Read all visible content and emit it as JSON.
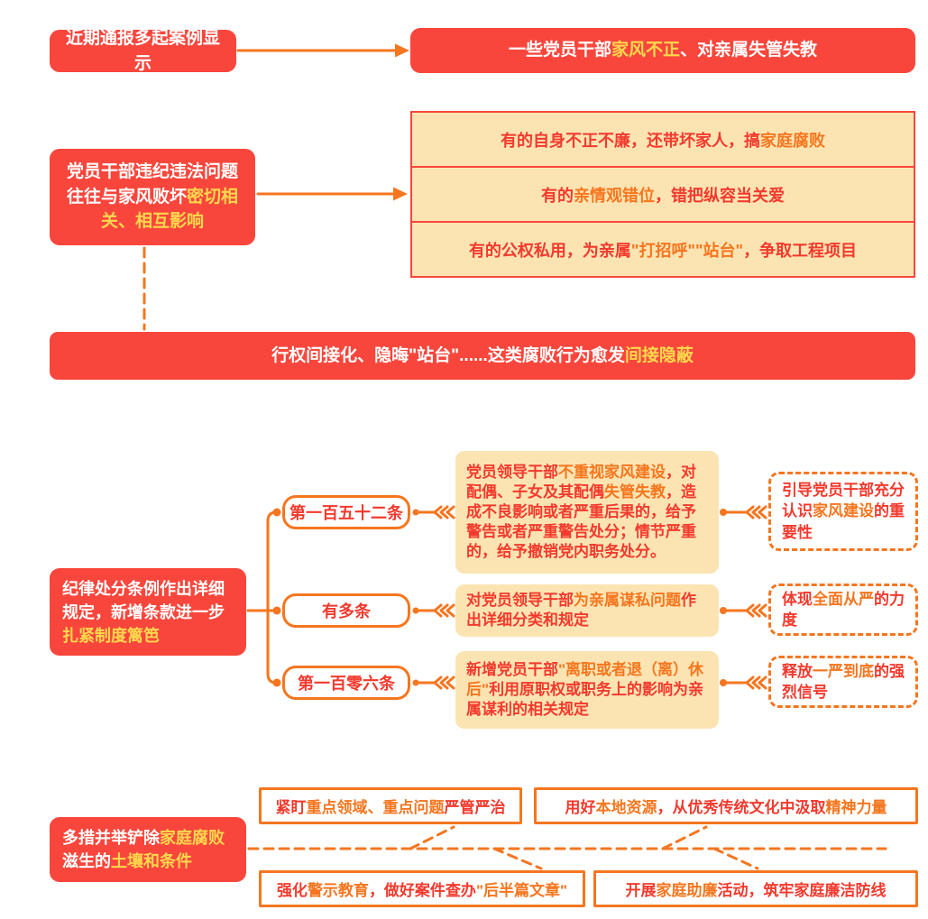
{
  "colors": {
    "red": "#f9463c",
    "redText": "#f23a2e",
    "orange": "#f5761f",
    "yellow": "#ffd84d",
    "cream": "#fce4b2"
  },
  "section1": {
    "source_box": "近期通报多起案例显示",
    "result_box": [
      {
        "t": "一些党员干部",
        "c": "white"
      },
      {
        "t": "家风不正",
        "c": "yellow"
      },
      {
        "t": "、对亲属失管失教",
        "c": "white"
      }
    ]
  },
  "section2": {
    "cause_box": [
      {
        "t": "党员干部违纪违法问题往往与家风败坏",
        "c": "white"
      },
      {
        "t": "密切相关、相互影响",
        "c": "yellow"
      }
    ],
    "examples": [
      [
        {
          "t": "有的自身不正不廉，还带坏家人，搞",
          "c": "red"
        },
        {
          "t": "家庭腐败",
          "c": "orange"
        }
      ],
      [
        {
          "t": "有的",
          "c": "red"
        },
        {
          "t": "亲情观错位",
          "c": "orange"
        },
        {
          "t": "，错把纵容当关爱",
          "c": "red"
        }
      ],
      [
        {
          "t": "有的公权私用，为亲属",
          "c": "red"
        },
        {
          "t": "\"打招呼\"\"站台\"",
          "c": "orange"
        },
        {
          "t": "，争取工程项目",
          "c": "red"
        }
      ]
    ],
    "banner": [
      {
        "t": "行权间接化、隐晦\"站台\"......这类腐败行为愈发",
        "c": "white"
      },
      {
        "t": "间接隐蔽",
        "c": "yellow"
      }
    ]
  },
  "section3": {
    "intro_box": [
      {
        "t": "纪律处分条例作出详细规定，新增条款进一步",
        "c": "white"
      },
      {
        "t": "扎紧制度篱笆",
        "c": "yellow"
      }
    ],
    "branches": [
      {
        "label": "第一百五十二条",
        "detail": [
          {
            "t": "党员领导干部",
            "c": "red"
          },
          {
            "t": "不重视家风建设",
            "c": "orange"
          },
          {
            "t": "，对配偶、子女及其配偶",
            "c": "red"
          },
          {
            "t": "失管失教",
            "c": "orange"
          },
          {
            "t": "，造成不良影响或者严重后果的，给予警告或者严重警告处分；情节严重的，给予撤销党内职务处分。",
            "c": "red"
          }
        ],
        "note": [
          {
            "t": "引导党员干部充分认识",
            "c": "red"
          },
          {
            "t": "家风建设",
            "c": "orange"
          },
          {
            "t": "的重要性",
            "c": "red"
          }
        ]
      },
      {
        "label": "有多条",
        "detail": [
          {
            "t": "对党员领导干部",
            "c": "red"
          },
          {
            "t": "为亲属谋私问题",
            "c": "orange"
          },
          {
            "t": "作出详细分类和规定",
            "c": "red"
          }
        ],
        "note": [
          {
            "t": "体现",
            "c": "red"
          },
          {
            "t": "全面从严",
            "c": "orange"
          },
          {
            "t": "的力度",
            "c": "red"
          }
        ]
      },
      {
        "label": "第一百零六条",
        "detail": [
          {
            "t": "新增党员干部",
            "c": "red"
          },
          {
            "t": "\"离职或者退（离）休后\"",
            "c": "orange"
          },
          {
            "t": "利用原职权或职务上的影响为亲属谋利的相关规定",
            "c": "red"
          }
        ],
        "note": [
          {
            "t": "释放",
            "c": "red"
          },
          {
            "t": "一严到底",
            "c": "orange"
          },
          {
            "t": "的强烈信号",
            "c": "red"
          }
        ]
      }
    ]
  },
  "section4": {
    "intro_box": [
      {
        "t": "多措并举铲除",
        "c": "white"
      },
      {
        "t": "家庭腐败",
        "c": "yellow"
      },
      {
        "t": "滋生的",
        "c": "white"
      },
      {
        "t": "土壤和条件",
        "c": "yellow"
      }
    ],
    "measures": [
      [
        {
          "t": "紧盯",
          "c": "red"
        },
        {
          "t": "重点领域、重点问题",
          "c": "orange"
        },
        {
          "t": "严管严治",
          "c": "red"
        }
      ],
      [
        {
          "t": "用好",
          "c": "red"
        },
        {
          "t": "本地资源",
          "c": "orange"
        },
        {
          "t": "，从优秀传统文化中汲取",
          "c": "red"
        },
        {
          "t": "精神力量",
          "c": "orange"
        }
      ],
      [
        {
          "t": "强化",
          "c": "red"
        },
        {
          "t": "警示教育",
          "c": "orange"
        },
        {
          "t": "，做好案件查办",
          "c": "red"
        },
        {
          "t": "\"后半篇文章\"",
          "c": "orange"
        }
      ],
      [
        {
          "t": "开展",
          "c": "red"
        },
        {
          "t": "家庭助廉",
          "c": "orange"
        },
        {
          "t": "活动，筑牢家庭廉洁防线",
          "c": "red"
        }
      ]
    ]
  }
}
